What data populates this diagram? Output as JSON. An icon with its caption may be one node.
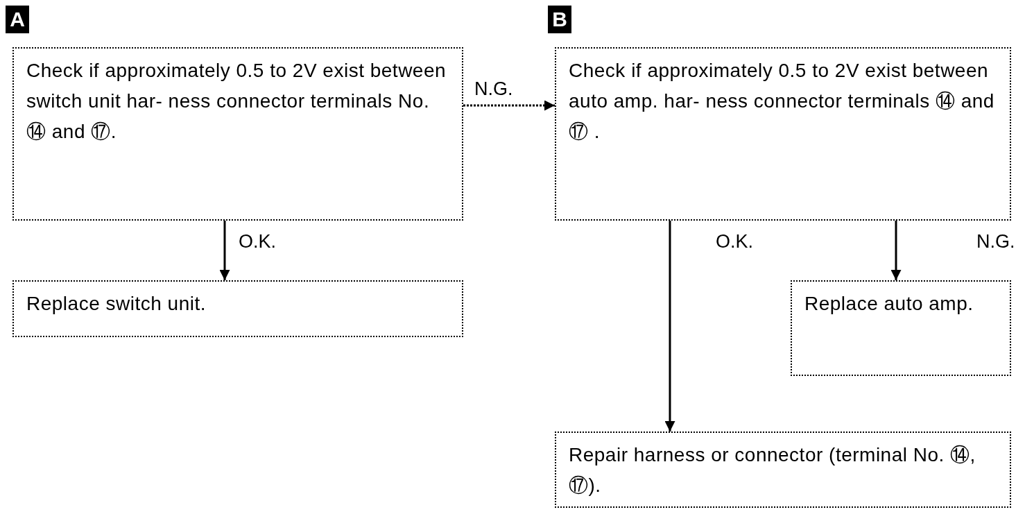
{
  "diagram": {
    "nodes": [
      {
        "text": [
          "A",
          "Check if approximately 0.5 to 2V exist between switch unit har- ness connector terminals No. ⑭ and ⑰."
        ]
      },
      {
        "text": [
          "Replace switch unit."
        ]
      },
      {
        "text": [
          "B",
          "Check if approximately 0.5 to 2V exist between auto amp. har- ness connector terminals ⑭ and ⑰ ."
        ]
      },
      {
        "text": [
          "Replace auto amp."
        ]
      },
      {
        "text": [
          "Repair harness or connector (terminal No. ⑭, ⑰)."
        ]
      }
    ],
    "edges": [
      {
        "from": 0,
        "to": 2,
        "arrow": "to",
        "label": "N.G.",
        "style": "dashed"
      },
      {
        "from": 0,
        "to": 1,
        "arrow": "to",
        "label": "O.K."
      },
      {
        "from": 2,
        "to": 4,
        "arrow": "to",
        "label": "O.K."
      },
      {
        "from": 2,
        "to": 3,
        "arrow": "to",
        "label": "N.G."
      }
    ]
  }
}
